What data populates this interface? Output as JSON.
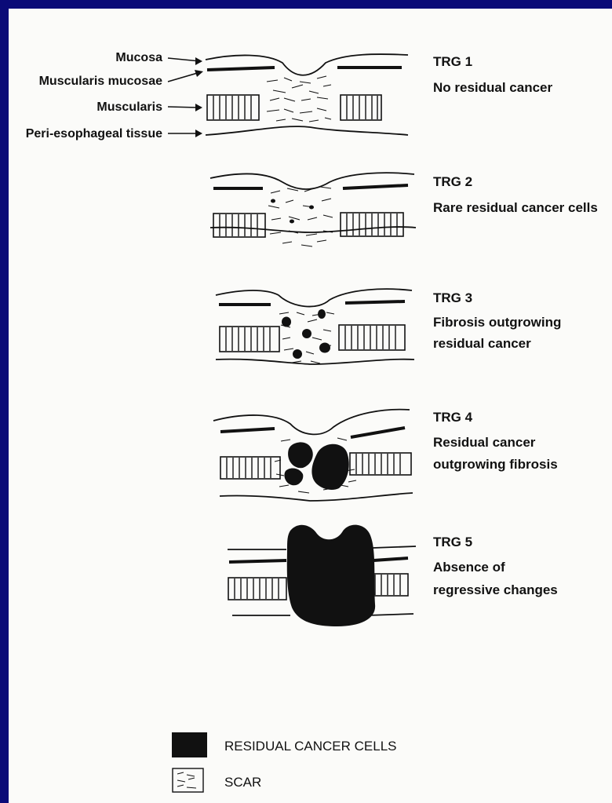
{
  "layer_labels": {
    "mucosa": "Mucosa",
    "muscularis_mucosae": "Muscularis mucosae",
    "muscularis": "Muscularis",
    "peri_esophageal": "Peri-esophageal tissue"
  },
  "grades": [
    {
      "title": "TRG 1",
      "desc": [
        "No residual cancer"
      ]
    },
    {
      "title": "TRG 2",
      "desc": [
        "Rare residual cancer cells"
      ]
    },
    {
      "title": "TRG 3",
      "desc": [
        "Fibrosis outgrowing",
        "residual cancer"
      ]
    },
    {
      "title": "TRG 4",
      "desc": [
        "Residual cancer",
        "outgrowing fibrosis"
      ]
    },
    {
      "title": "TRG 5",
      "desc": [
        "Absence of",
        "regressive changes"
      ]
    }
  ],
  "legend": {
    "residual": "RESIDUAL CANCER CELLS",
    "scar": "SCAR"
  },
  "colors": {
    "page_border": "#0a0a78",
    "ink": "#111111"
  }
}
